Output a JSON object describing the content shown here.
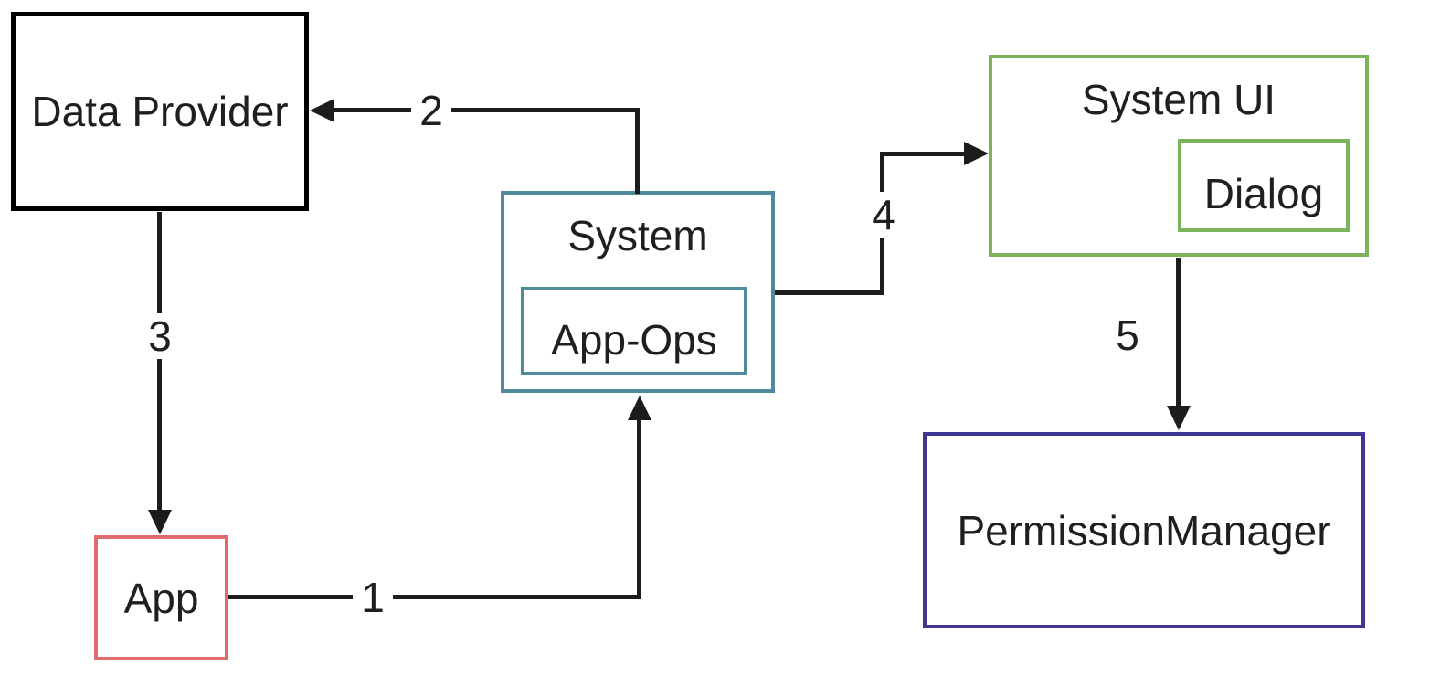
{
  "nodes": {
    "data_provider": {
      "label": "Data Provider"
    },
    "system": {
      "label": "System"
    },
    "app_ops": {
      "label": "App-Ops"
    },
    "system_ui": {
      "label": "System UI"
    },
    "dialog": {
      "label": "Dialog"
    },
    "permission_manager": {
      "label": "PermissionManager"
    },
    "app": {
      "label": "App"
    }
  },
  "edges": [
    {
      "label": "1",
      "from": "app",
      "to": "system"
    },
    {
      "label": "2",
      "from": "system",
      "to": "data_provider"
    },
    {
      "label": "3",
      "from": "data_provider",
      "to": "app"
    },
    {
      "label": "4",
      "from": "system",
      "to": "system_ui"
    },
    {
      "label": "5",
      "from": "system_ui",
      "to": "permission_manager"
    }
  ],
  "colors": {
    "data_provider_border": "#000000",
    "system_border": "#4e8a9c",
    "system_ui_border": "#7cb45c",
    "permission_manager_border": "#3e3691",
    "app_border": "#dd6b6b",
    "line": "#1c1c1c",
    "text": "#1f1f1f",
    "background": "#ffffff"
  }
}
